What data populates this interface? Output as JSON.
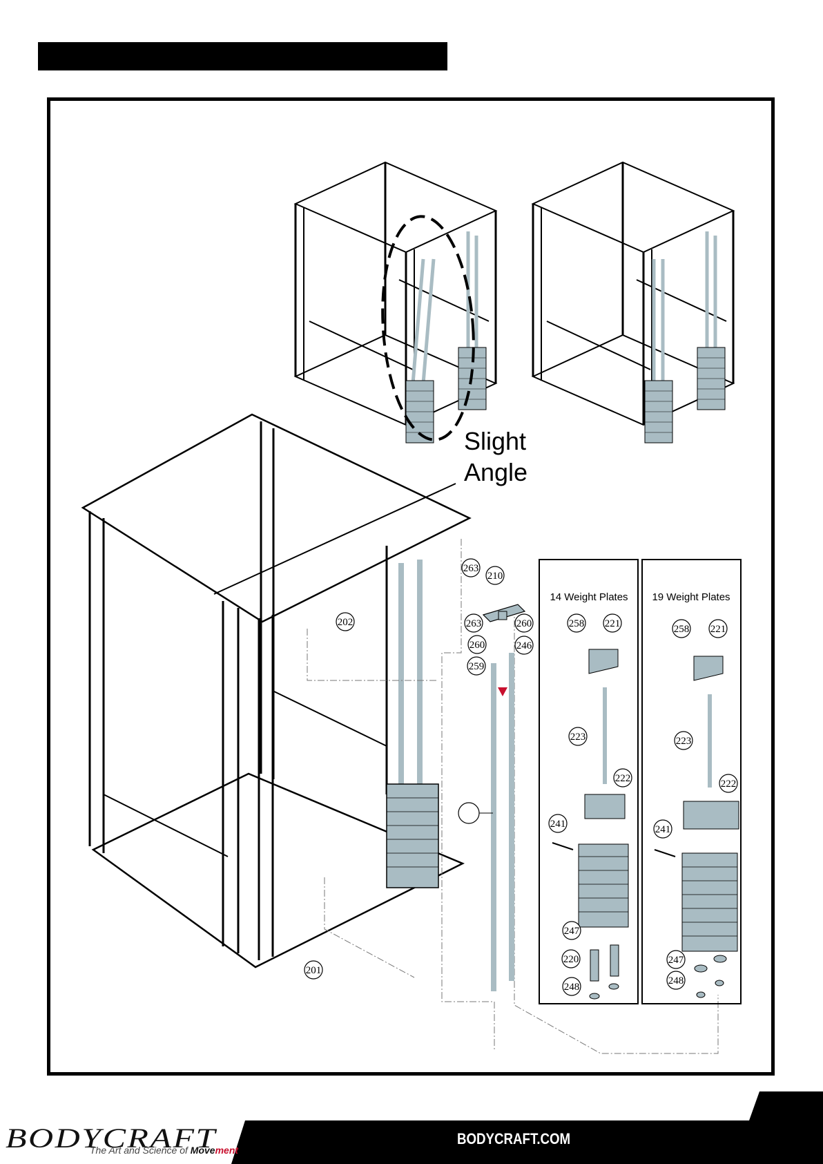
{
  "annotation": {
    "angle_line1": "Slight",
    "angle_line2": "Angle"
  },
  "panels": {
    "left_title": "14 Weight Plates",
    "right_title": "19 Weight Plates"
  },
  "part_numbers": {
    "p201": "201",
    "p202": "202",
    "p263a": "263",
    "p210": "210",
    "p263b": "263",
    "p260a": "260",
    "p260b": "260",
    "p246": "246",
    "p259": "259",
    "l258": "258",
    "l221": "221",
    "l223": "223",
    "l222": "222",
    "l241": "241",
    "l247": "247",
    "l220": "220",
    "l248": "248",
    "r258": "258",
    "r221": "221",
    "r223": "223",
    "r222": "222",
    "r241": "241",
    "r247": "247",
    "r248": "248"
  },
  "footer": {
    "brand": "BODYCRAFT",
    "tagline_prefix": "The Art and Science of ",
    "tagline_move": "Move",
    "tagline_ment": "ment",
    "website": "BODYCRAFT.COM"
  },
  "colors": {
    "steel": "#a9bcc3",
    "accent": "#c8102e"
  }
}
